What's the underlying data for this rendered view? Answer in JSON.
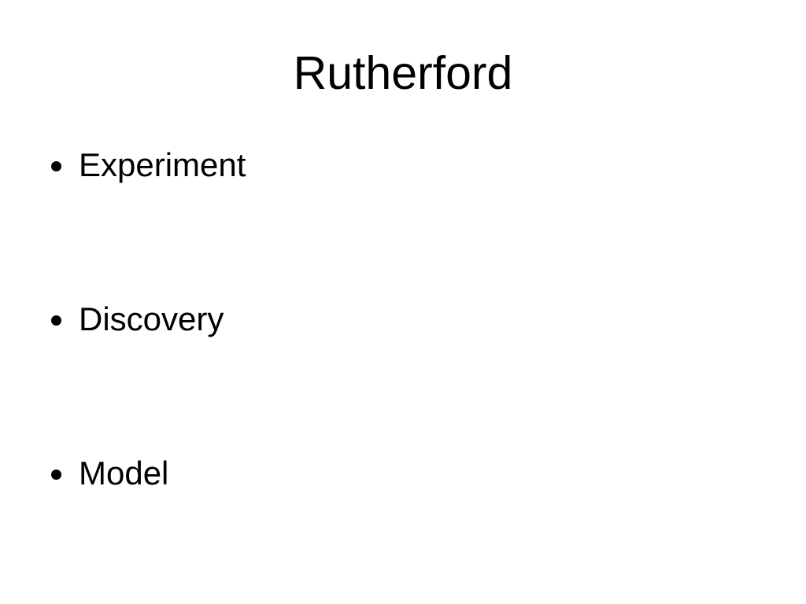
{
  "slide": {
    "title": "Rutherford",
    "bullets": [
      "Experiment",
      "Discovery",
      "Model"
    ],
    "background_color": "#ffffff",
    "text_color": "#000000"
  }
}
